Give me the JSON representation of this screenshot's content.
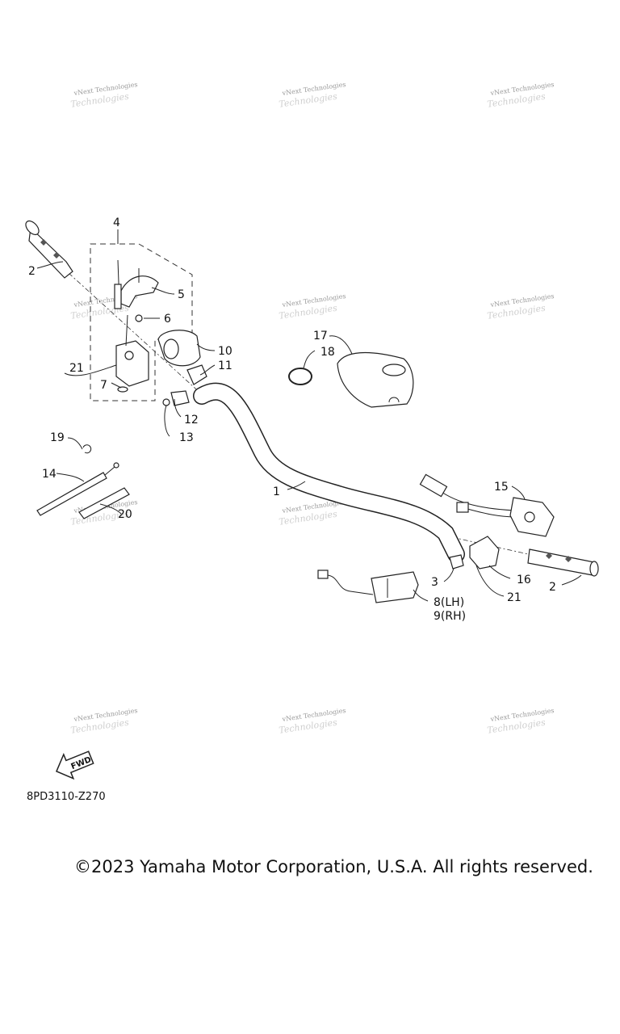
{
  "watermark": {
    "text": "vNext Technologies"
  },
  "callouts": {
    "c1": "1",
    "c2_left": "2",
    "c2_right": "2",
    "c3": "3",
    "c4": "4",
    "c5": "5",
    "c6": "6",
    "c7": "7",
    "c8": "8(LH)",
    "c9": "9(RH)",
    "c10": "10",
    "c11": "11",
    "c12": "12",
    "c13": "13",
    "c14": "14",
    "c15": "15",
    "c16": "16",
    "c17": "17",
    "c18": "18",
    "c19": "19",
    "c20": "20",
    "c21_left": "21",
    "c21_right": "21"
  },
  "fwd_label": "FWD",
  "reference_code": "8PD3110-Z270",
  "copyright": "©2023 Yamaha Motor Corporation, U.S.A. All rights reserved."
}
